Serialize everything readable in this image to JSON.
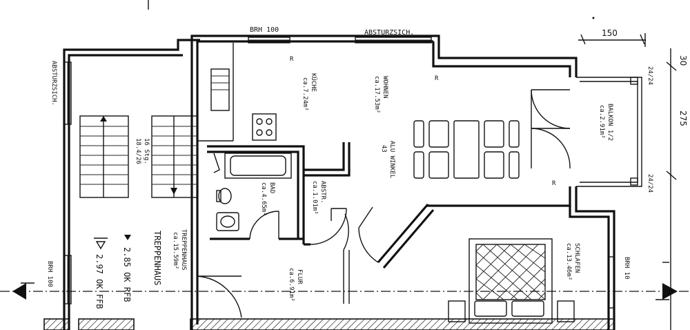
{
  "labels": {
    "brh_top": "BRH 100",
    "absturz_top": "ABSTURZSICH.",
    "absturz_left": "ABSTURZSICH.",
    "brh_left": "BRH 100",
    "brh_right": "BRH 10",
    "dim_150": "150",
    "dim_30": "30",
    "dim_275": "275",
    "dim_24_a": "24/24",
    "dim_24_b": "24/24",
    "stair_spec_1": "16 Stg.",
    "stair_spec_2": "18.4/26",
    "alu": "ALU WINKEL",
    "alu_sub": "43",
    "level_1": "2.85 OK RFB",
    "level_2": "2.97 OK FFB",
    "door_mark": "R"
  },
  "rooms": {
    "kueche_name": "KÜCHE",
    "kueche_area": "ca.7.24m²",
    "wohnen_name": "WOHNEN",
    "wohnen_area": "ca.17.53m²",
    "balkon_name": "BALKON 1/2",
    "balkon_area": "ca.2.91m²",
    "bad_name": "BAD",
    "bad_area": "ca.4.65m²",
    "abstr_name": "ABSTR.",
    "abstr_area": "ca.1.01m²",
    "treppen_name": "TREPPENHAUS",
    "treppen_area": "ca.15.59m²",
    "flur_name": "FLUR",
    "flur_area": "ca.6.91m²",
    "schlafen_name": "SCHLAFEN",
    "schlafen_area": "ca.13.46m²"
  }
}
